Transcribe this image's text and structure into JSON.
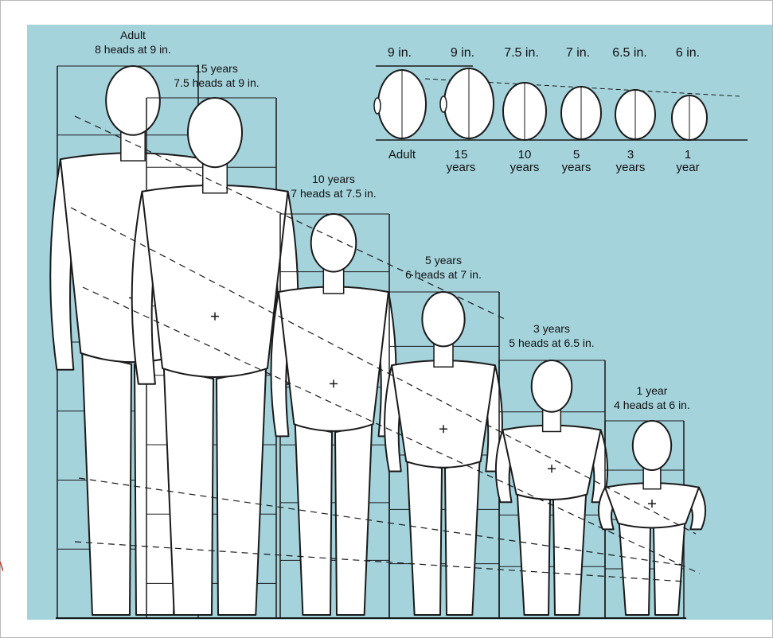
{
  "figure_labels": [
    {
      "line1": "Adult",
      "line2": "8 heads at 9 in."
    },
    {
      "line1": "15 years",
      "line2": "7.5 heads at 9 in."
    },
    {
      "line1": "10 years",
      "line2": "7 heads at 7.5 in."
    },
    {
      "line1": "5 years",
      "line2": "6 heads at 7 in."
    },
    {
      "line1": "3 years",
      "line2": "5 heads at 6.5 in."
    },
    {
      "line1": "1 year",
      "line2": "4 heads at 6 in."
    }
  ],
  "head_sizes": [
    "9 in.",
    "9 in.",
    "7.5 in.",
    "7 in.",
    "6.5 in.",
    "6 in."
  ],
  "head_ages": [
    {
      "line1": "Adult",
      "line2": ""
    },
    {
      "line1": "15",
      "line2": "years"
    },
    {
      "line1": "10",
      "line2": "years"
    },
    {
      "line1": "5",
      "line2": "years"
    },
    {
      "line1": "3",
      "line2": "years"
    },
    {
      "line1": "1",
      "line2": "year"
    }
  ],
  "head_counts": [
    8,
    7.5,
    7,
    6,
    5,
    4
  ],
  "colors": {
    "panel_background": "#a5d3dc",
    "figure_fill": "#ffffff",
    "line": "#1a1a1a",
    "frame_border": "#b9b9b9"
  }
}
